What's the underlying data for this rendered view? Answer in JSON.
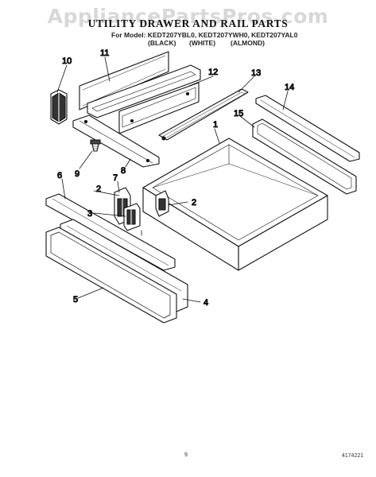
{
  "watermark": "AppliancePartsPros.com",
  "title": "UTILITY DRAWER AND RAIL PARTS",
  "subtitle": "For Model: KEDT207YBL0, KEDT207YWH0, KEDT207YAL0",
  "colors": {
    "black": "(BLACK)",
    "white": "(WHITE)",
    "almond": "(ALMOND)"
  },
  "callouts": {
    "c1": "1",
    "c2a": "2",
    "c2b": "2",
    "c3": "3",
    "c4": "4",
    "c5": "5",
    "c6": "6",
    "c7": "7",
    "c8": "8",
    "c9": "9",
    "c10": "10",
    "c11": "11",
    "c12": "12",
    "c13": "13",
    "c14": "14",
    "c15": "15"
  },
  "footer": {
    "page_number": "9",
    "doc_number": "4174221"
  }
}
